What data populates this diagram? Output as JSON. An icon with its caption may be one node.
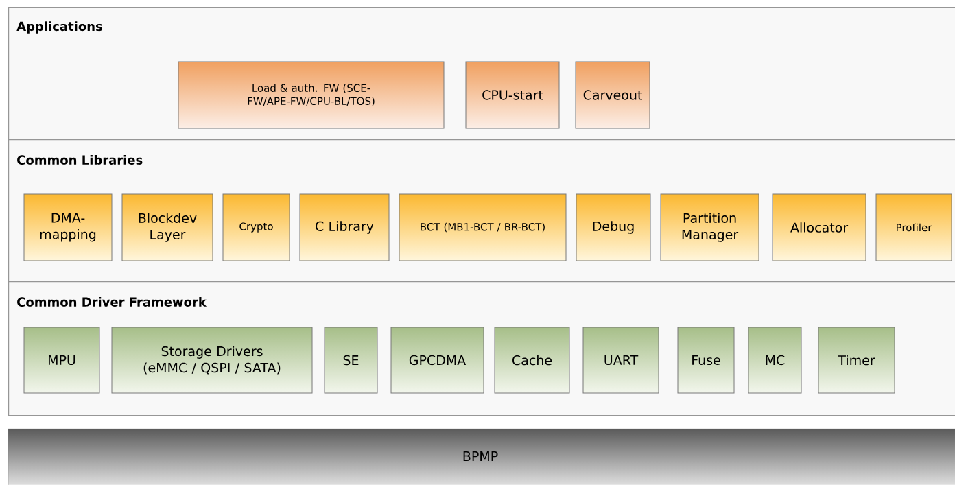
{
  "diagram": {
    "nodes": [
      {
        "text": [
          "Applications"
        ]
      },
      {
        "text": [
          "Load & auth. FW (SCE-FW/APE-FW/CPU-BL/TOS)"
        ],
        "in": 0
      },
      {
        "text": [
          "CPU-start"
        ],
        "in": 0
      },
      {
        "text": [
          "Carveout"
        ],
        "in": 0
      },
      {
        "text": [
          "Common Libraries"
        ]
      },
      {
        "text": [
          "DMA-mapping"
        ],
        "in": 4
      },
      {
        "text": [
          "Blockdev Layer"
        ],
        "in": 4
      },
      {
        "text": [
          "Crypto"
        ],
        "in": 4
      },
      {
        "text": [
          "C Library"
        ],
        "in": 4
      },
      {
        "text": [
          "BCT (MB1-BCT / BR-BCT)"
        ],
        "in": 4
      },
      {
        "text": [
          "Debug"
        ],
        "in": 4
      },
      {
        "text": [
          "Partition Manager"
        ],
        "in": 4
      },
      {
        "text": [
          "Allocator"
        ],
        "in": 4
      },
      {
        "text": [
          "Profiler"
        ],
        "in": 4
      },
      {
        "text": [
          "Common Driver Framework"
        ]
      },
      {
        "text": [
          "MPU"
        ],
        "in": 14
      },
      {
        "text": [
          "Storage Drivers (eMMC / QSPI / SATA)"
        ],
        "in": 14
      },
      {
        "text": [
          "SE"
        ],
        "in": 14
      },
      {
        "text": [
          "GPCDMA"
        ],
        "in": 14
      },
      {
        "text": [
          "Cache"
        ],
        "in": 14
      },
      {
        "text": [
          "UART"
        ],
        "in": 14
      },
      {
        "text": [
          "Fuse"
        ],
        "in": 14
      },
      {
        "text": [
          "MC"
        ],
        "in": 14
      },
      {
        "text": [
          "Timer"
        ],
        "in": 14
      },
      {
        "text": [
          "BPMP"
        ]
      }
    ]
  }
}
